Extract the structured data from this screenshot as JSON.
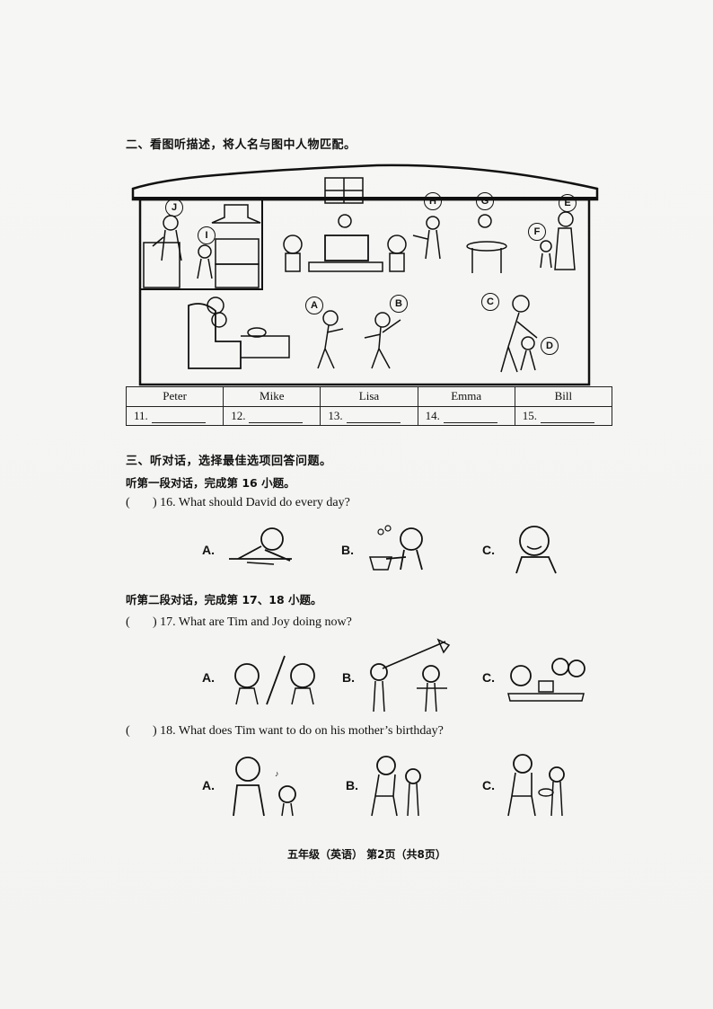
{
  "section2": {
    "title": "二、看图听描述，将人名与图中人物匹配。",
    "letters": [
      "J",
      "I",
      "H",
      "G",
      "E",
      "F",
      "A",
      "B",
      "C",
      "D"
    ],
    "names": [
      "Peter",
      "Mike",
      "Lisa",
      "Emma",
      "Bill"
    ],
    "numbers": [
      "11.",
      "12.",
      "13.",
      "14.",
      "15."
    ]
  },
  "section3": {
    "title": "三、听对话，选择最佳选项回答问题。",
    "part1": "听第一段对话，完成第 16 小题。",
    "part2": "听第二段对话，完成第 17、18 小题。",
    "paren": "(",
    "paren_close": ")",
    "q16": "16. What should David do every day?",
    "q17": "17. What are Tim and Joy doing now?",
    "q18": "18. What does Tim want to do on his mother’s birthday?",
    "options": [
      "A.",
      "B.",
      "C."
    ]
  },
  "footer": "五年级（英语） 第2页（共8页）"
}
